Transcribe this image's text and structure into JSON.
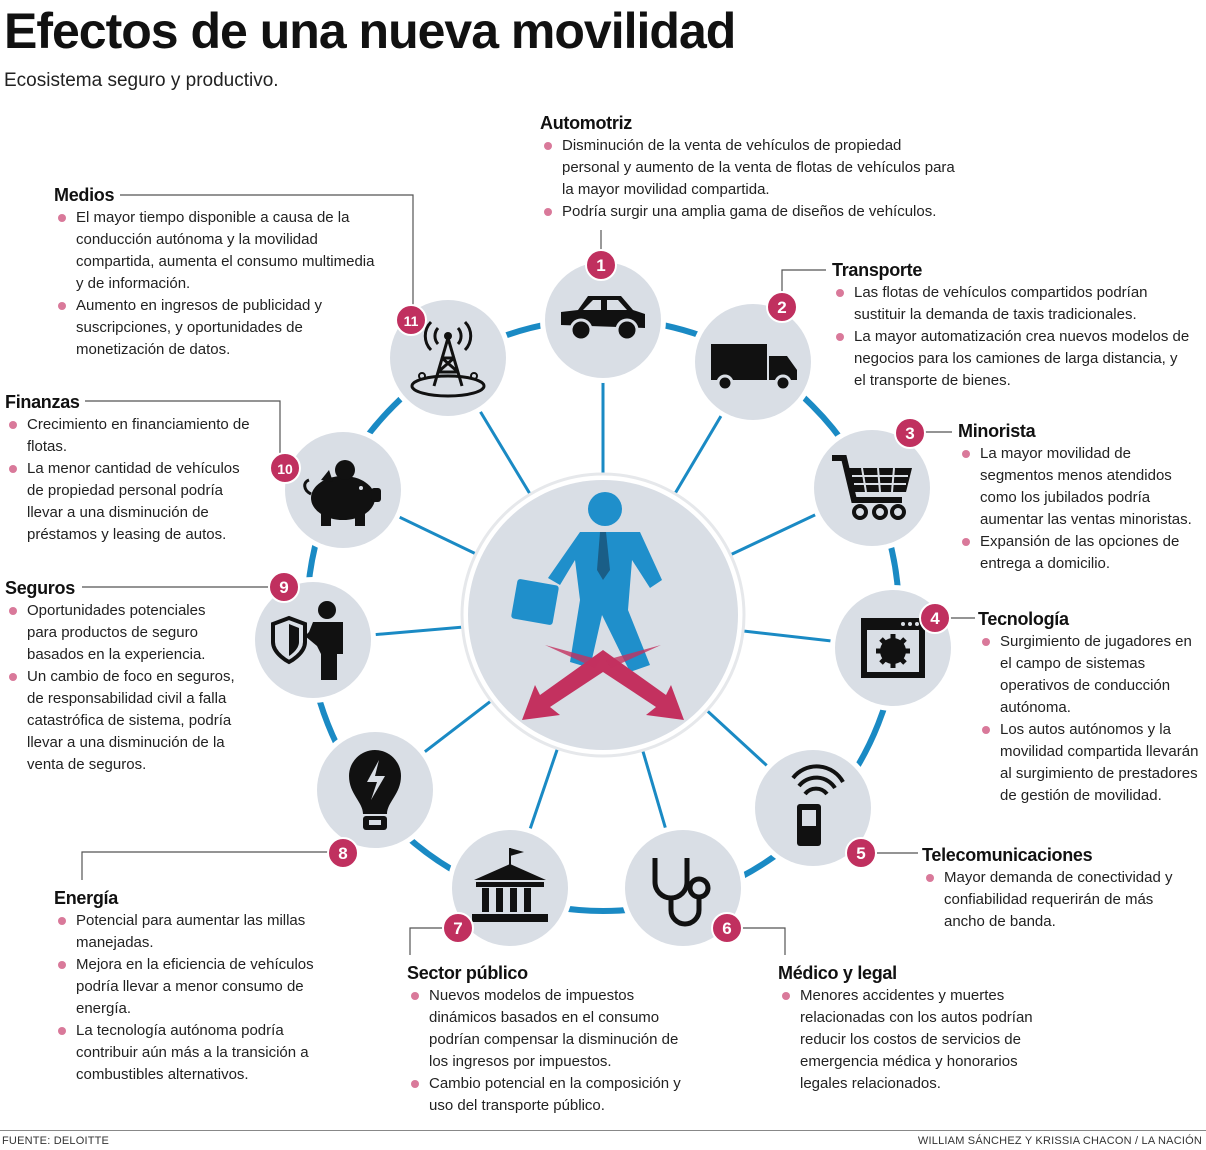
{
  "header": {
    "title": "Efectos de una nueva movilidad",
    "subtitle": "Ecosistema seguro y productivo."
  },
  "colors": {
    "ring": "#1a8ac4",
    "node": "#d9dee5",
    "badge": "#c0305f",
    "bullet": "#d9799a",
    "figure": "#1f8fcb",
    "arrows": "#c3315f"
  },
  "sectors": [
    {
      "number": "1",
      "icon": "car-icon",
      "title": "Automotriz",
      "bullets": [
        "Disminución de la venta de vehículos de propiedad personal y aumento de la venta de flotas de vehículos para la mayor movilidad compartida.",
        "Podría surgir una amplia gama de diseños de vehículos."
      ]
    },
    {
      "number": "2",
      "icon": "truck-icon",
      "title": "Transporte",
      "bullets": [
        "Las flotas de vehículos compartidos podrían sustituir la demanda de taxis tradicionales.",
        "La mayor automatización crea nuevos modelos de negocios para los camiones de larga distancia, y el transporte de bienes."
      ]
    },
    {
      "number": "3",
      "icon": "shopping-cart-icon",
      "title": "Minorista",
      "bullets": [
        "La mayor movilidad de segmentos menos atendidos como los jubilados podría aumentar las ventas minoristas.",
        "Expansión de las opciones de entrega a domicilio."
      ]
    },
    {
      "number": "4",
      "icon": "software-window-icon",
      "title": "Tecnología",
      "bullets": [
        "Surgimiento de jugadores en el campo de sistemas operativos de conducción autónoma.",
        "Los autos autónomos y la movilidad compartida llevarán al surgimiento de prestadores de gestión de movilidad."
      ]
    },
    {
      "number": "5",
      "icon": "mobile-phone-signal-icon",
      "title": "Telecomunicaciones",
      "bullets": [
        "Mayor demanda de conectividad y confiabilidad requerirán de más ancho de banda."
      ]
    },
    {
      "number": "6",
      "icon": "stethoscope-icon",
      "title": "Médico y legal",
      "bullets": [
        "Menores accidentes y muertes relacionadas con los autos podrían reducir los costos de servicios de emergencia médica y honorarios legales relacionados."
      ]
    },
    {
      "number": "7",
      "icon": "government-building-icon",
      "title": "Sector público",
      "bullets": [
        "Nuevos modelos de impuestos dinámicos basados en el consumo podrían compensar la disminución de los ingresos por impuestos.",
        "Cambio potencial en la composición y uso del transporte público."
      ]
    },
    {
      "number": "8",
      "icon": "light-bulb-icon",
      "title": "Energía",
      "bullets": [
        "Potencial para aumentar las millas manejadas.",
        "Mejora en la eficiencia de vehículos podría llevar a menor consumo de energía.",
        "La tecnología autónoma podría contribuir aún más a la transición a combustibles alternativos."
      ]
    },
    {
      "number": "9",
      "icon": "insurance-shield-person-icon",
      "title": "Seguros",
      "bullets": [
        "Oportunidades potenciales para productos de seguro basados en la experiencia.",
        "Un cambio de foco en seguros, de responsabilidad civil a falla catastrófica de sistema, podría llevar a una disminución de la venta de seguros."
      ]
    },
    {
      "number": "10",
      "icon": "piggy-bank-icon",
      "title": "Finanzas",
      "bullets": [
        "Crecimiento en financiamiento de flotas.",
        "La menor cantidad de vehículos de propiedad personal podría llevar a una disminución de préstamos y leasing de autos."
      ]
    },
    {
      "number": "11",
      "icon": "broadcast-tower-icon",
      "title": "Medios",
      "bullets": [
        "El mayor tiempo disponible a causa de la conducción autónoma y la movilidad compartida, aumenta el consumo multimedia y de información.",
        "Aumento en ingresos de publicidad y suscripciones, y oportunidades de monetización de datos."
      ]
    }
  ],
  "footer": {
    "source": "FUENTE: DELOITTE",
    "credit": "WILLIAM SÁNCHEZ Y KRISSIA CHACON / LA NACIÓN"
  }
}
